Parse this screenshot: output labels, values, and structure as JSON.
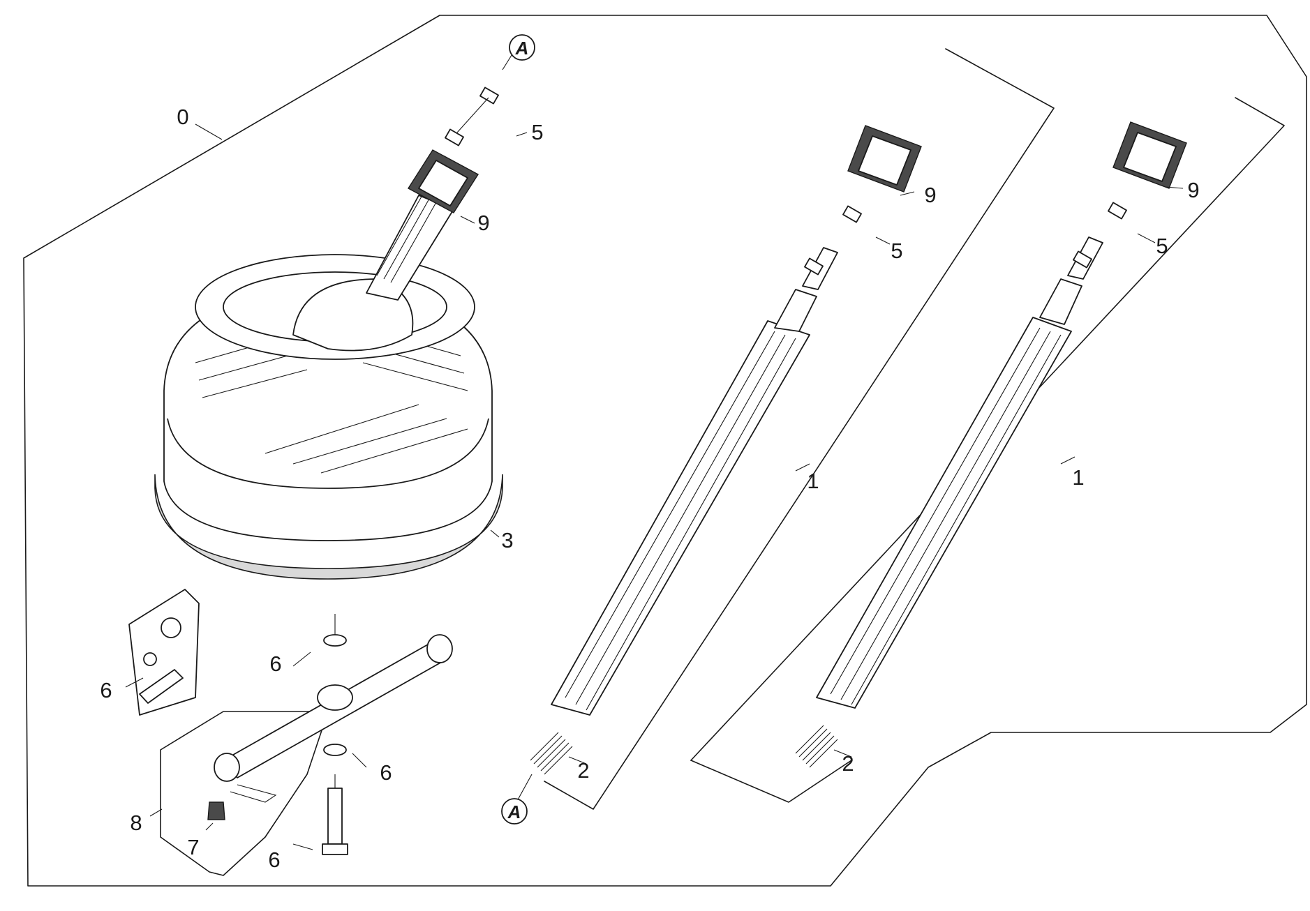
{
  "diagram": {
    "type": "exploded-parts-view",
    "callouts": {
      "c0": "0",
      "c1a": "1",
      "c1b": "1",
      "c2a": "2",
      "c2b": "2",
      "c3": "3",
      "c5a": "5",
      "c5b": "5",
      "c5c": "5",
      "c6a": "6",
      "c6b": "6",
      "c6c": "6",
      "c6d": "6",
      "c7": "7",
      "c8": "8",
      "c9a": "9",
      "c9b": "9",
      "c9c": "9"
    },
    "references": {
      "top": "A",
      "bottom": "A"
    }
  }
}
